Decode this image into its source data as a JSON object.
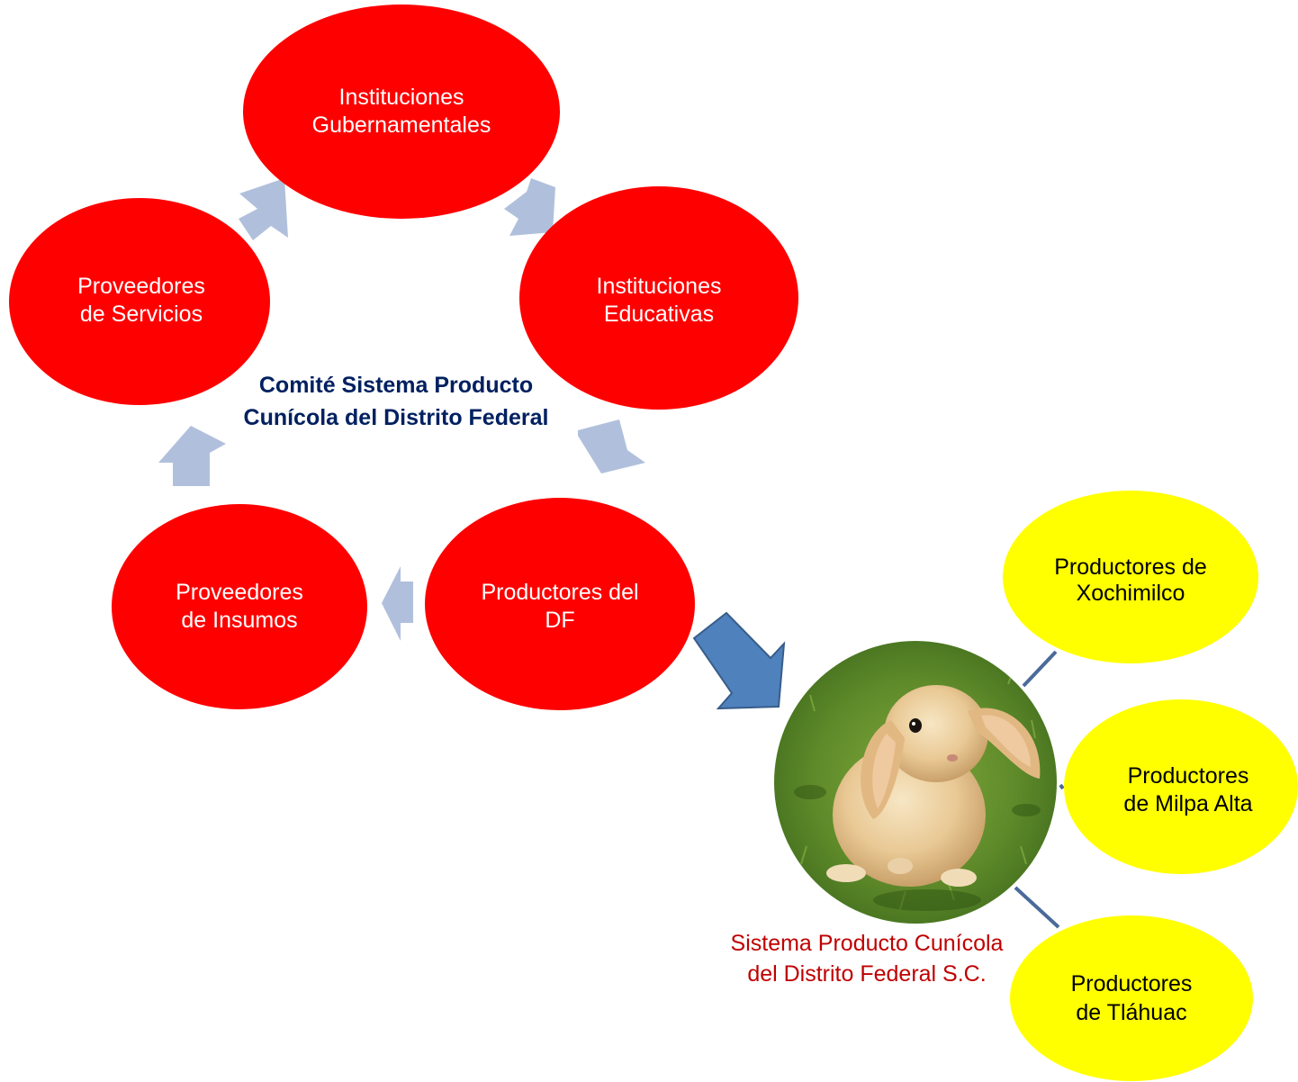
{
  "colors": {
    "cycle_node": "#ff0000",
    "cycle_text": "#ffffff",
    "branch_node": "#ffff00",
    "branch_text": "#000000",
    "cycle_arrow": "#b0c0dc",
    "big_arrow": "#4f81bd",
    "big_arrow_stroke": "#385d8a",
    "connector": "#4a6a9a",
    "center_title": "#002060",
    "caption": "#c00000"
  },
  "center_title": {
    "line1": "Comité Sistema Producto",
    "line2": "Cunícola del Distrito Federal"
  },
  "cycle_nodes": {
    "gubernamentales": {
      "line1": "Instituciones",
      "line2": "Gubernamentales"
    },
    "educativas": {
      "line1": "Instituciones",
      "line2": "Educativas"
    },
    "productores_df": {
      "line1": "Productores del",
      "line2": "DF"
    },
    "insumos": {
      "line1": "Proveedores",
      "line2": "de Insumos"
    },
    "servicios": {
      "line1": "Proveedores",
      "line2": "de Servicios"
    }
  },
  "branch_nodes": {
    "xochimilco": {
      "line1": "Productores de",
      "line2": "Xochimilco"
    },
    "milpa_alta": {
      "line1": "Productores",
      "line2": "de Milpa Alta"
    },
    "tlahuac": {
      "line1": "Productores",
      "line2": "de Tláhuac"
    }
  },
  "caption": {
    "line1": "Sistema Producto Cunícola",
    "line2": "del Distrito Federal S.C."
  },
  "hub_image": {
    "icon": "rabbit-photo"
  }
}
